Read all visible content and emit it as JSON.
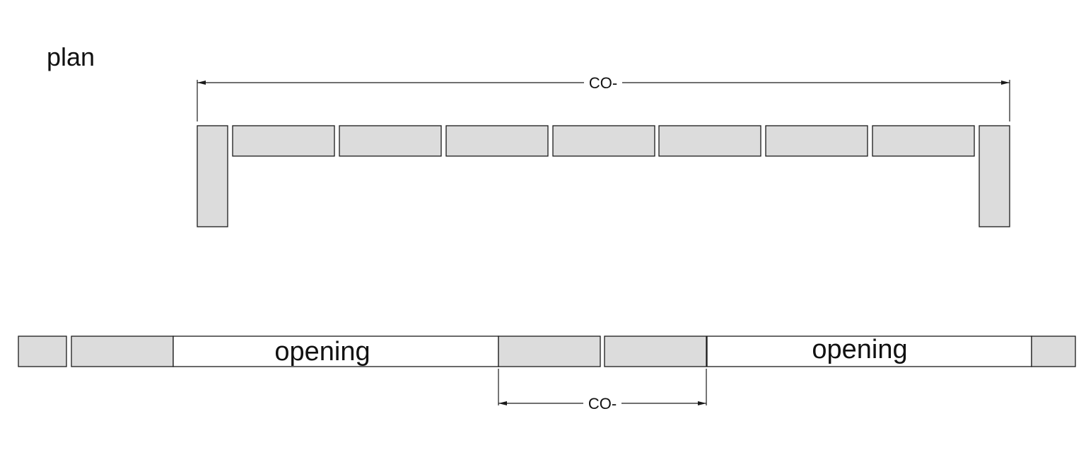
{
  "title": "plan",
  "top_plan": {
    "dimension_label": "CO-",
    "course_brick_count": 7,
    "end_brick_count": 2
  },
  "bottom_plan": {
    "dimension_label": "CO-",
    "opening_1_label": "opening",
    "opening_2_label": "opening"
  },
  "colors": {
    "brick_fill": "#dcdcdc",
    "outline": "#1a1a1a",
    "background": "#ffffff"
  }
}
